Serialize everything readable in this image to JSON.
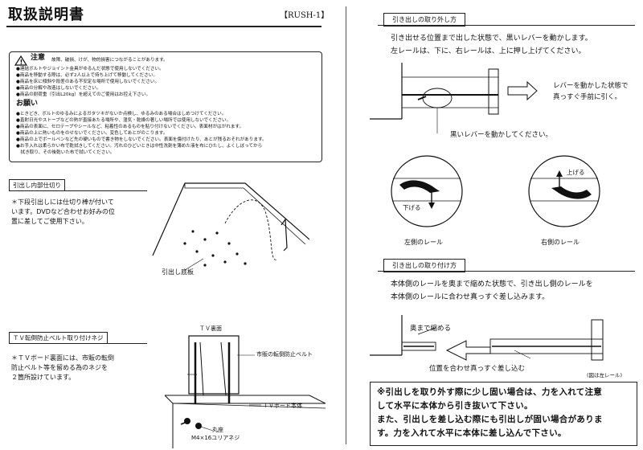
{
  "header": {
    "title": "取扱説明書",
    "model": "【RUSH-1】"
  },
  "notice": {
    "caution_title": "注意",
    "caution_sub": "故障、破損、けが、物的損害につながることがあります。",
    "caution_items": [
      "●連結ボルトやジョイント金具がゆるんだ状態で使用しないでください。",
      "●商品を移動する際は、必ず2人以上で持ち上げて移動してください。",
      "●商品を床に傾斜や段差のある不安定な場所で使用しないでください。",
      "●商品の分解や改造はしないでください。",
      "●商品の耐荷重（引出L20kg）を超えてのご使用はお控え下さい。"
    ],
    "request_title": "お願い",
    "request_items": [
      "●ときどき、ボルトのゆるみによるガタツキがないか点検し、ゆるみのある場合はしめつけてください。",
      "●直射日光やストーブなどの熱が直接あたる場所や、湿気・乾燥の著しい場所では使用しないでください。",
      "●商品の表面に、セロテープやシールなど、粘着性のあるものを貼り付けないでください。表面材がはがれます。",
      "●商品の上に熱いものをのせないでください。変色してあとがのこります。",
      "●商品の上でボールペンなど先の硬いもので書き物をしないでください。表面を傷付けたり、あとが残るおそれがあります。",
      "●お手入れは柔らかい布で乾拭きしてください。汚れのひどいときは中性洗剤を薄めた液を布にひたし、よくしぼってから",
      "　拭き取り、その後乾いた布で拭いてください。"
    ]
  },
  "partition": {
    "heading": "引出し内部仕切り",
    "text": [
      "＊下段引出しには仕切り棒が付いて",
      "います。DVDなど合わせお好みの位",
      "置に差してご使用下さい。"
    ],
    "label": "引出し底板"
  },
  "tvbelt": {
    "heading": "ＴＶ転倒防止ベルト取り付けネジ",
    "text": [
      "＊ＴＶボード裏面には、市販の転倒",
      "防止ベルト等を留める為のネジを",
      "２箇所設けています。"
    ],
    "label_tv_back": "ＴＶ裏面",
    "label_belt": "市販の転倒防止ベルト",
    "label_board": "ＴＶボード本体",
    "label_screw1": "丸座",
    "label_screw2": "M4×16ユリアネジ"
  },
  "removal": {
    "heading": "引き出しの取り外し方",
    "text": [
      "引き出せる位置まで出した状態で、黒いレバーを動かします。",
      "左レールは、下に、右レールは、上に押し上げてください。"
    ],
    "arrow_note": [
      "レバーを動かした状態で",
      "真っすぐ手前に引く。"
    ],
    "lever_note": "黒いレバーを動かしてください。",
    "push_down": "下げる",
    "push_up": "上げる",
    "left_rail": "左側のレール",
    "right_rail": "右側のレール"
  },
  "install": {
    "heading": "引き出しの取り付け方",
    "text": [
      "本体側のレールを奥まで縮めた状態で、引き出し側のレールを",
      "本体側のレールに合わせ真っすぐ差し込みます。"
    ],
    "shrink": "奥まで縮める",
    "align": "位置を合わせ真っすぐ差し込む",
    "left_rail_note": "(図は左レール)"
  },
  "note": [
    "※引出しを取り外す際に少し固い場合は、力を入れて注意",
    "して水平に本体から引き抜いて下さい。",
    "また、引出しを差し込む際にも引出しが固い場合がありま",
    "す。力を入れて水平に本体に差し込んで下さい。"
  ]
}
